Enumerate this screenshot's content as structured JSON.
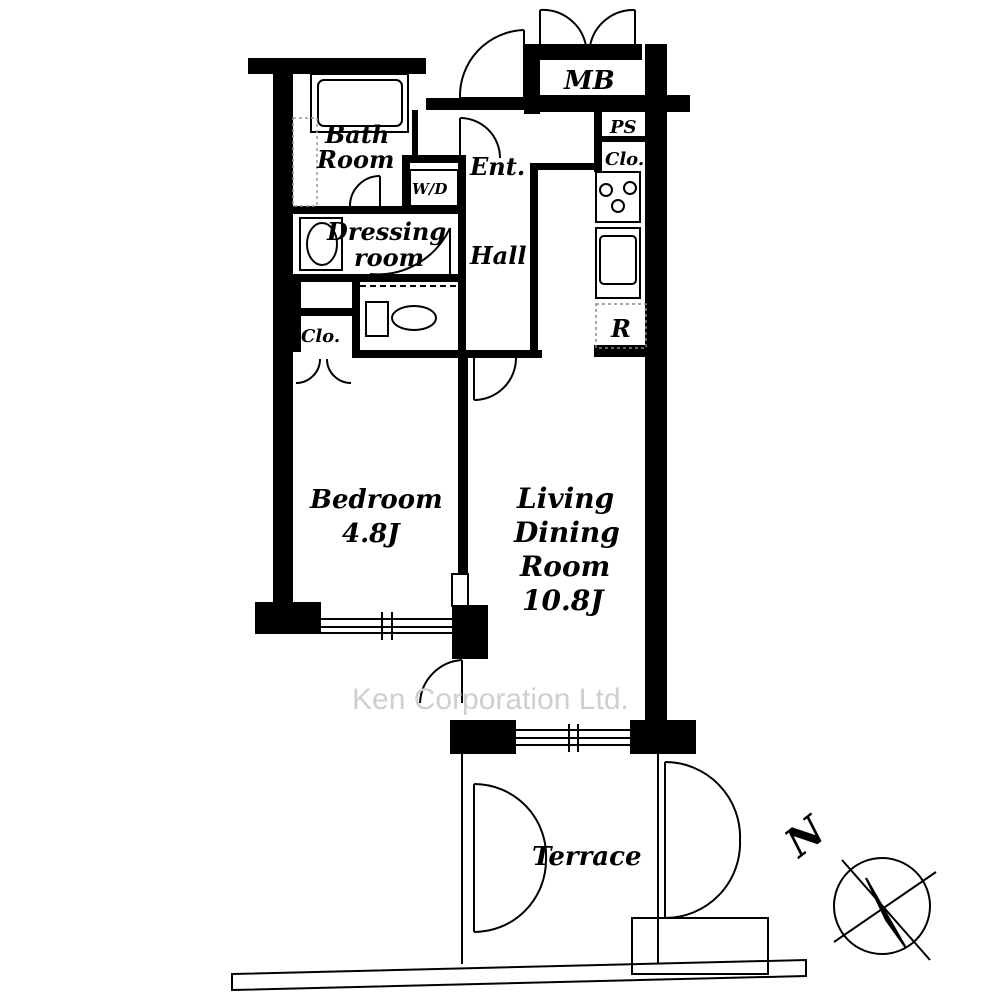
{
  "rooms": {
    "bath_line1": "Bath",
    "bath_line2": "Room",
    "wd": "W/D",
    "ent": "Ent.",
    "dressing_line1": "Dressing",
    "dressing_line2": "room",
    "hall": "Hall",
    "clo_left": "Clo.",
    "clo_right": "Clo.",
    "mb": "MB",
    "ps": "PS",
    "r": "R",
    "bedroom_line1": "Bedroom",
    "bedroom_line2": "4.8J",
    "living_line1": "Living",
    "living_line2": "Dining",
    "living_line3": "Room",
    "living_line4": "10.8J",
    "terrace": "Terrace"
  },
  "compass": {
    "north": "N"
  },
  "watermark": "Ken Corporation Ltd."
}
